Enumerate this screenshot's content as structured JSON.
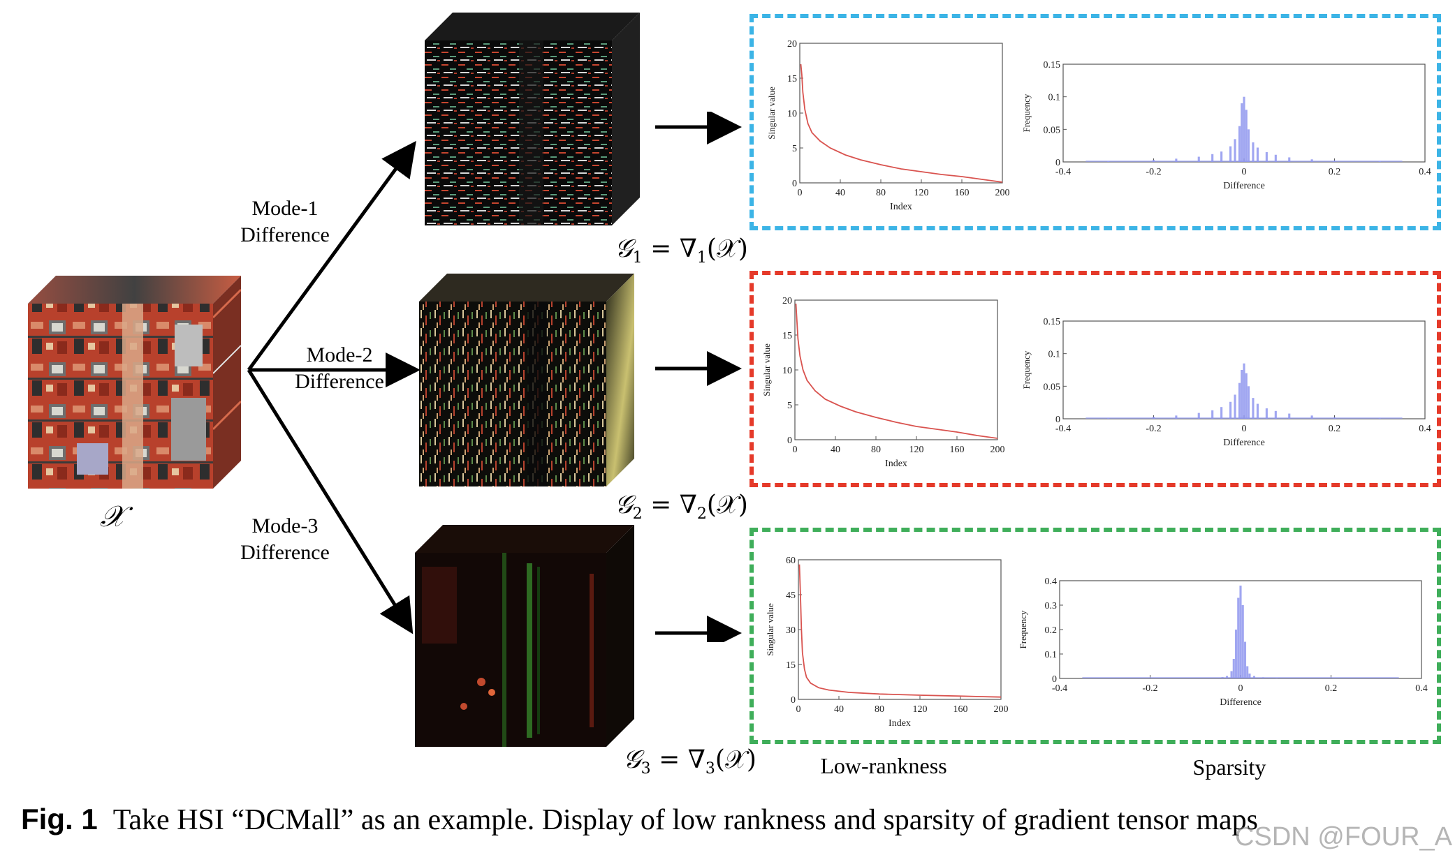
{
  "labels": {
    "mode1": [
      "Mode-1",
      "Difference"
    ],
    "mode2": [
      "Mode-2",
      "Difference"
    ],
    "mode3": [
      "Mode-3",
      "Difference"
    ],
    "input_symbol": "𝒳",
    "g1": {
      "lhs": "𝒢",
      "sub": "1",
      "op": " = ∇",
      "arg": "(𝒳)"
    },
    "g2": {
      "lhs": "𝒢",
      "sub": "2",
      "op": " = ∇",
      "arg": "(𝒳)"
    },
    "g3": {
      "lhs": "𝒢",
      "sub": "3",
      "op": " = ∇",
      "arg": "(𝒳)"
    },
    "low_rankness": "Low-rankness",
    "sparsity": "Sparsity"
  },
  "caption": {
    "fig": "Fig. 1",
    "text": "Take HSI “DCMall” as an example. Display of low rankness and sparsity of gradient tensor maps"
  },
  "watermark": "CSDN @FOUR_A",
  "colors": {
    "frame1": "#3cb4e6",
    "frame2": "#e53a2a",
    "frame3": "#3fae5a",
    "curve": "#d9534f",
    "hist": "#8f96ef"
  },
  "chart_data": [
    {
      "type": "line",
      "id": "sv1",
      "xlabel": "Index",
      "ylabel": "Singular value",
      "xlim": [
        0,
        200
      ],
      "ylim": [
        0,
        20
      ],
      "xticks": [
        "0",
        "40",
        "80",
        "120",
        "160",
        "200"
      ],
      "yticks": [
        "0",
        "5",
        "10",
        "15",
        "20"
      ],
      "x": [
        1,
        2,
        3,
        5,
        8,
        12,
        20,
        30,
        45,
        60,
        80,
        100,
        120,
        140,
        160,
        180,
        200
      ],
      "y": [
        17,
        15.5,
        13,
        10.5,
        8.5,
        7.2,
        6,
        5,
        4,
        3.3,
        2.6,
        2,
        1.6,
        1.2,
        0.9,
        0.5,
        0.1
      ]
    },
    {
      "type": "bar",
      "id": "hist1",
      "xlabel": "Difference",
      "ylabel": "Frequency",
      "xlim": [
        -0.4,
        0.4
      ],
      "ylim": [
        0,
        0.15
      ],
      "xticks": [
        "-0.4",
        "-0.2",
        "0",
        "0.2",
        "0.4"
      ],
      "yticks": [
        "0",
        "0.05",
        "0.1",
        "0.15"
      ],
      "x": [
        -0.3,
        -0.2,
        -0.15,
        -0.1,
        -0.07,
        -0.05,
        -0.03,
        -0.02,
        -0.01,
        -0.005,
        0,
        0.005,
        0.01,
        0.02,
        0.03,
        0.05,
        0.07,
        0.1,
        0.15,
        0.2,
        0.3
      ],
      "values": [
        0.001,
        0.003,
        0.005,
        0.008,
        0.012,
        0.016,
        0.024,
        0.035,
        0.055,
        0.09,
        0.1,
        0.08,
        0.05,
        0.03,
        0.022,
        0.015,
        0.011,
        0.007,
        0.004,
        0.002,
        0.001
      ]
    },
    {
      "type": "line",
      "id": "sv2",
      "xlabel": "Index",
      "ylabel": "Singular value",
      "xlim": [
        0,
        200
      ],
      "ylim": [
        0,
        20
      ],
      "xticks": [
        "0",
        "40",
        "80",
        "120",
        "160",
        "200"
      ],
      "yticks": [
        "0",
        "5",
        "10",
        "15",
        "20"
      ],
      "x": [
        1,
        2,
        3,
        5,
        8,
        12,
        20,
        30,
        45,
        60,
        80,
        100,
        120,
        140,
        160,
        180,
        200
      ],
      "y": [
        19.5,
        17,
        14.5,
        12,
        10,
        8.5,
        7,
        5.8,
        4.8,
        4,
        3.2,
        2.5,
        1.9,
        1.5,
        1.1,
        0.6,
        0.2
      ]
    },
    {
      "type": "bar",
      "id": "hist2",
      "xlabel": "Difference",
      "ylabel": "Frequency",
      "xlim": [
        -0.4,
        0.4
      ],
      "ylim": [
        0,
        0.15
      ],
      "xticks": [
        "-0.4",
        "-0.2",
        "0",
        "0.2",
        "0.4"
      ],
      "yticks": [
        "0",
        "0.05",
        "0.1",
        "0.15"
      ],
      "x": [
        -0.3,
        -0.2,
        -0.15,
        -0.1,
        -0.07,
        -0.05,
        -0.03,
        -0.02,
        -0.01,
        -0.005,
        0,
        0.005,
        0.01,
        0.02,
        0.03,
        0.05,
        0.07,
        0.1,
        0.15,
        0.2,
        0.3
      ],
      "values": [
        0.001,
        0.003,
        0.005,
        0.009,
        0.013,
        0.018,
        0.026,
        0.037,
        0.055,
        0.075,
        0.085,
        0.07,
        0.05,
        0.032,
        0.023,
        0.016,
        0.012,
        0.008,
        0.005,
        0.002,
        0.001
      ]
    },
    {
      "type": "line",
      "id": "sv3",
      "xlabel": "Index",
      "ylabel": "Singular value",
      "xlim": [
        0,
        200
      ],
      "ylim": [
        0,
        60
      ],
      "xticks": [
        "0",
        "40",
        "80",
        "120",
        "160",
        "200"
      ],
      "yticks": [
        "0",
        "15",
        "30",
        "45",
        "60"
      ],
      "x": [
        1,
        2,
        3,
        4,
        6,
        8,
        12,
        20,
        30,
        50,
        80,
        120,
        160,
        200
      ],
      "y": [
        58,
        45,
        30,
        20,
        13,
        9.5,
        7,
        5,
        4,
        3,
        2.3,
        1.8,
        1.4,
        1
      ]
    },
    {
      "type": "bar",
      "id": "hist3",
      "xlabel": "Difference",
      "ylabel": "Frequency",
      "xlim": [
        -0.4,
        0.4
      ],
      "ylim": [
        0,
        0.4
      ],
      "xticks": [
        "-0.4",
        "-0.2",
        "0",
        "0.2",
        "0.4"
      ],
      "yticks": [
        "0",
        "0.1",
        "0.2",
        "0.3",
        "0.4"
      ],
      "x": [
        -0.04,
        -0.03,
        -0.02,
        -0.015,
        -0.01,
        -0.005,
        0,
        0.005,
        0.01,
        0.015,
        0.02,
        0.03,
        0.05,
        0.08
      ],
      "values": [
        0.005,
        0.01,
        0.03,
        0.08,
        0.2,
        0.33,
        0.38,
        0.3,
        0.15,
        0.05,
        0.02,
        0.01,
        0.004,
        0.002
      ]
    }
  ]
}
